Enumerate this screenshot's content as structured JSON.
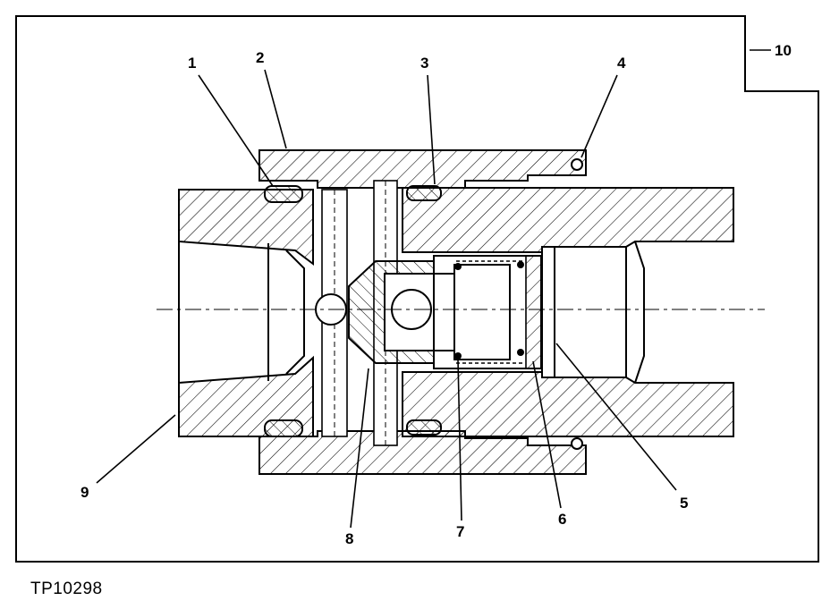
{
  "figure": {
    "id": "TP10298",
    "callouts": [
      "1",
      "2",
      "3",
      "4",
      "5",
      "6",
      "7",
      "8",
      "9",
      "10"
    ]
  }
}
